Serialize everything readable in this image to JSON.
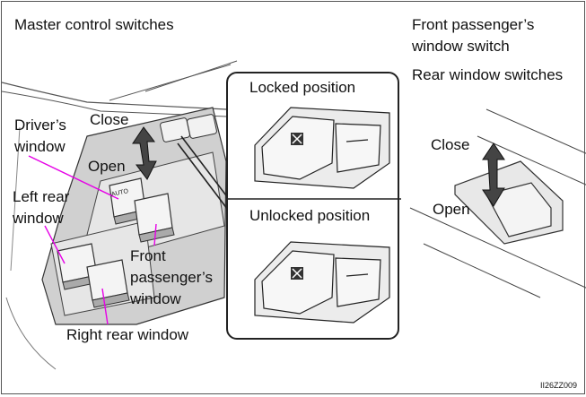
{
  "labels": {
    "master_title": "Master control switches",
    "front_passenger_switch_line1": "Front passenger’s",
    "front_passenger_switch_line2": "window switch",
    "rear_switches": "Rear window switches",
    "close_left": "Close",
    "open_left": "Open",
    "driver_window_line1": "Driver’s",
    "driver_window_line2": "window",
    "left_rear_line1": "Left rear",
    "left_rear_line2": "window",
    "front_passenger_line1": "Front",
    "front_passenger_line2": "passenger’s",
    "front_passenger_line3": "window",
    "right_rear": "Right rear window",
    "locked": "Locked position",
    "unlocked": "Unlocked position",
    "close_right": "Close",
    "open_right": "Open",
    "auto": "AUTO",
    "figure_code": "II26ZZ009"
  },
  "colors": {
    "callout_line": "#e600e6",
    "outline": "#222222",
    "switch_gray": "#d9d9d9",
    "panel_gray": "#bfbfbf"
  },
  "icons": [
    "lock-symbol-icon",
    "up-down-arrow-icon"
  ]
}
